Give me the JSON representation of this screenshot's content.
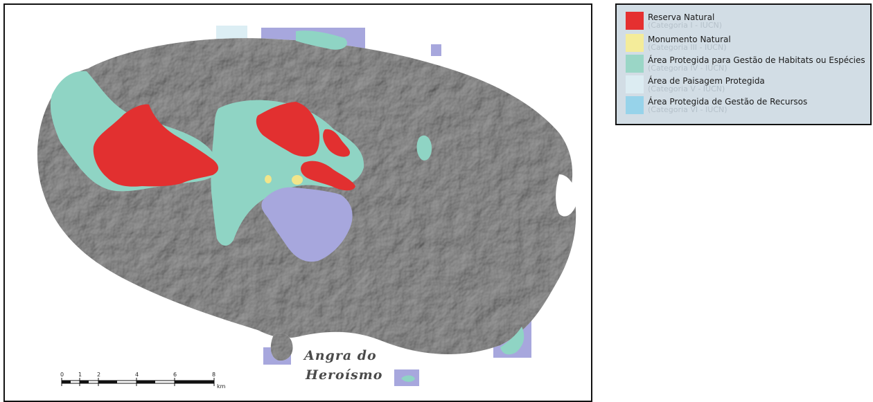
{
  "map": {
    "place_label_line1": "Angra do",
    "place_label_line2": "Heroísmo",
    "colors": {
      "terrain": "#9a9a9a",
      "reserva": "#e23030",
      "monumento": "#f1e58a",
      "habitats": "#8fd4c4",
      "paisagem": "#dceef4",
      "recursos": "#a7a7dd"
    }
  },
  "scale": {
    "ticks": [
      "0",
      "1",
      "2",
      "4",
      "6",
      "8"
    ],
    "unit": "km"
  },
  "legend": {
    "items": [
      {
        "title": "Reserva Natural",
        "subtitle": "(Categoria I - IUCN)",
        "color": "#e53030"
      },
      {
        "title": "Monumento Natural",
        "subtitle": "(Categoria III - IUCN)",
        "color": "#f4ec9a"
      },
      {
        "title": "Área Protegida para Gestão de Habitats ou Espécies",
        "subtitle": "(Categoria IV - IUCN)",
        "color": "#9ad6c6"
      },
      {
        "title": "Área de Paisagem Protegida",
        "subtitle": "(Categoria V - IUCN)",
        "color": "#dcecf2"
      },
      {
        "title": "Área Protegida de Gestão de Recursos",
        "subtitle": "(Categoria VI - IUCN)",
        "color": "#97d3ea"
      }
    ]
  }
}
